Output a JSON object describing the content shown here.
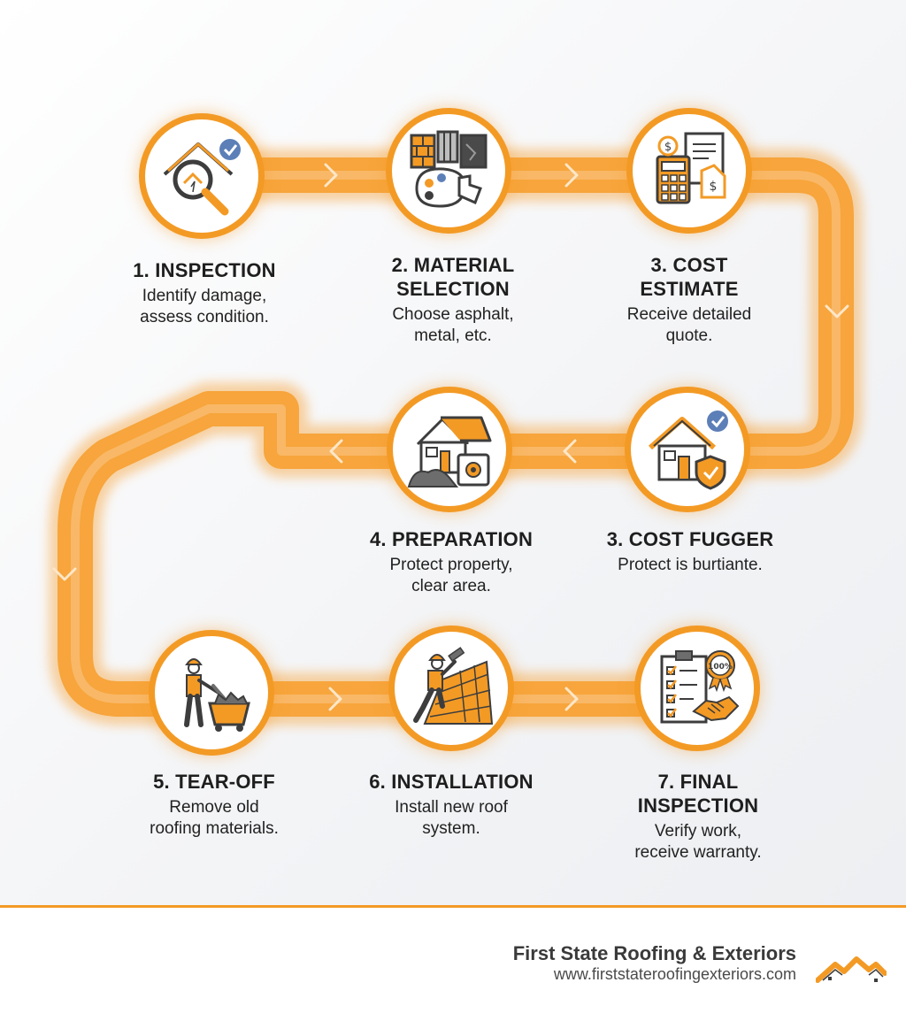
{
  "colors": {
    "accent": "#f39a25",
    "icon_dark": "#3d3d3d",
    "badge_blue": "#5d7fb8"
  },
  "steps": [
    {
      "title": "1. INSPECTION",
      "desc": "Identify damage,\nassess condition.",
      "icon": "house-magnifier-icon"
    },
    {
      "title": "2. MATERIAL\nSELECTION",
      "desc": "Choose asphalt,\nmetal, etc.",
      "icon": "material-palette-icon"
    },
    {
      "title": "3. COST\nESTIMATE",
      "desc": "Receive detailed\nquote.",
      "icon": "calculator-quote-icon"
    },
    {
      "title": "4. PREPARATION",
      "desc": "Protect property,\nclear area.",
      "icon": "house-safe-icon"
    },
    {
      "title": "3. COST FUGGER",
      "desc": "Protect is burtiante.",
      "icon": "house-shield-icon"
    },
    {
      "title": "5. TEAR-OFF",
      "desc": "Remove old\nroofing materials.",
      "icon": "worker-dumpster-icon"
    },
    {
      "title": "6. INSTALLATION",
      "desc": "Install new roof\nsystem.",
      "icon": "roofer-hammer-icon"
    },
    {
      "title": "7. FINAL INSPECTION",
      "desc": "Verify work,\nreceive warranty.",
      "icon": "checklist-handshake-icon"
    }
  ],
  "badge_text": "100%",
  "footer": {
    "company": "First State Roofing & Exteriors",
    "url": "www.firststateroofingexteriors.com",
    "logo_icon": "roof-logo-icon"
  }
}
